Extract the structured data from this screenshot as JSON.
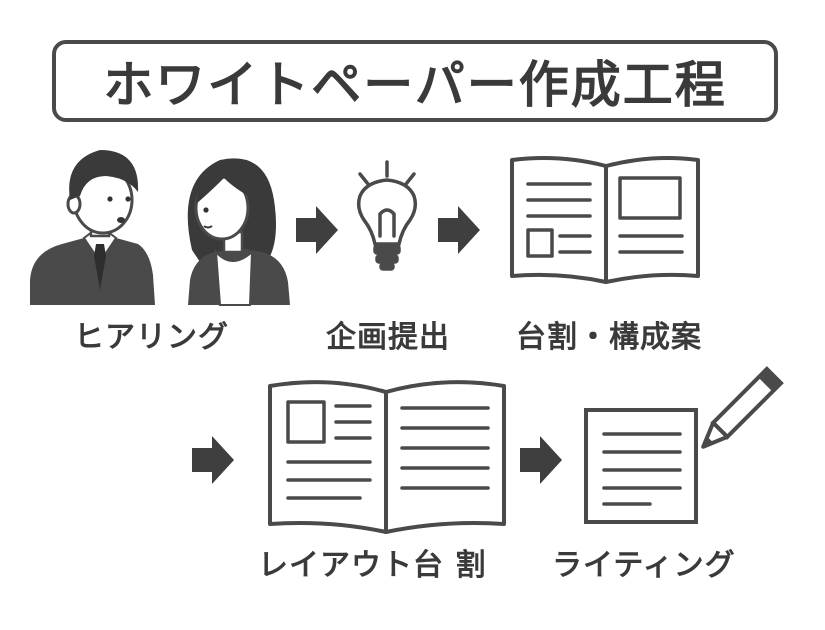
{
  "title": "ホワイトペーパー作成工程",
  "steps": [
    {
      "label": "ヒアリング",
      "icon": "people-icon"
    },
    {
      "label": "企画提出",
      "icon": "lightbulb-icon"
    },
    {
      "label": "台割・構成案",
      "icon": "open-book-icon"
    },
    {
      "label": "レイアウト台 割",
      "icon": "open-book-icon"
    },
    {
      "label": "ライティング",
      "icon": "document-pencil-icon"
    }
  ],
  "colors": {
    "ink": "#3a3a3a",
    "line": "#4a4a4a",
    "arrow": "#3f3f3f",
    "background": "#ffffff"
  }
}
